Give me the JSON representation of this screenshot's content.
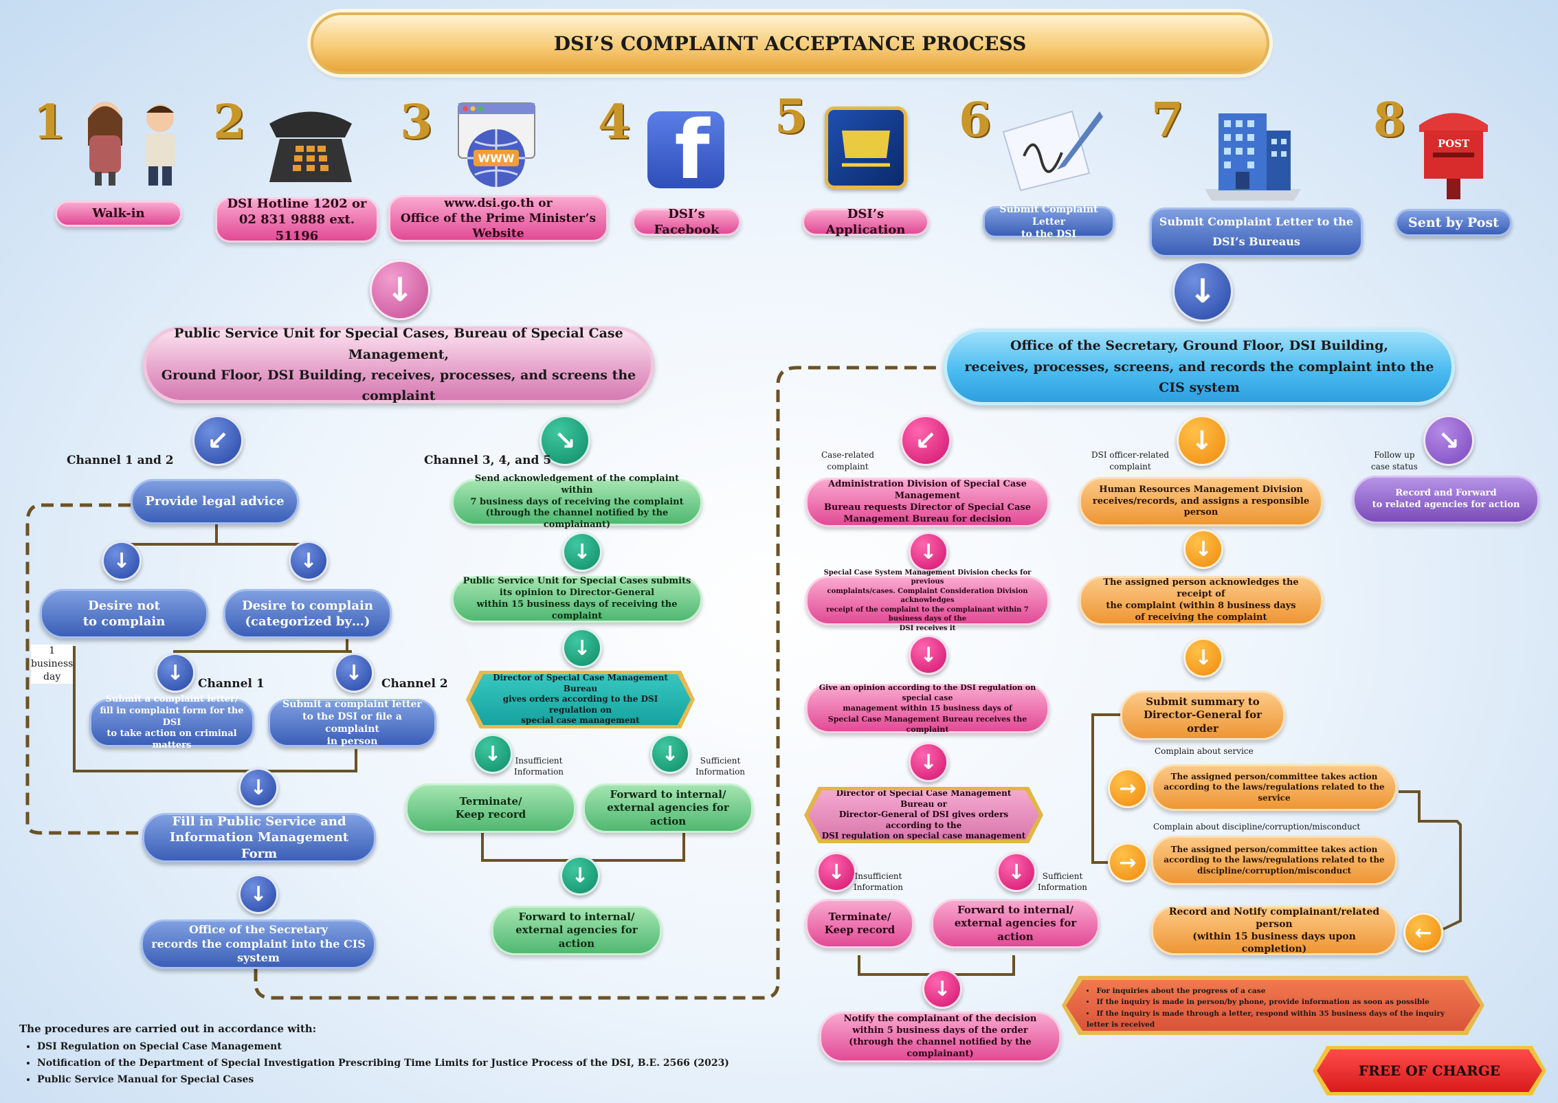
{
  "title": "DSI’S COMPLAINT ACCEPTANCE PROCESS",
  "channels": [
    {
      "number": "1",
      "label": "Walk-in",
      "icon": "people-icon"
    },
    {
      "number": "2",
      "label": "DSI Hotline 1202 or\n02 831 9888 ext. 51196",
      "icon": "telephone-icon"
    },
    {
      "number": "3",
      "label": "www.dsi.go.th or\nOffice of the Prime Minister’s Website",
      "icon": "website-icon",
      "icon_text": "WWW"
    },
    {
      "number": "4",
      "label": "DSI’s Facebook",
      "icon": "facebook-icon",
      "icon_text": "f"
    },
    {
      "number": "5",
      "label": "DSI’s Application",
      "icon": "app-icon"
    },
    {
      "number": "6",
      "label": "Submit Complaint Letter\nto the DSI",
      "icon": "letter-icon"
    },
    {
      "number": "7",
      "label": "Submit Complaint Letter to the\nDSI’s Bureaus",
      "icon": "building-icon"
    },
    {
      "number": "8",
      "label": "Sent by Post",
      "icon": "postbox-icon",
      "icon_text": "POST"
    }
  ],
  "left": {
    "unit": "Public Service Unit for Special Cases, Bureau of Special Case Management,\nGround Floor, DSI Building,  receives, processes, and screens the complaint",
    "channel_12_label": "Channel 1 and 2",
    "channel_345_label": "Channel 3, 4, and 5",
    "legal_advice": "Provide legal advice",
    "not_complain": "Desire not\nto complain",
    "complain": "Desire to complain\n(categorized by…)",
    "channel1_label": "Channel 1",
    "channel2_label": "Channel 2",
    "business_day": "1\nbusiness\nday",
    "channel1_box": "Submit a complaint letter/\nfill in complaint form for the DSI\nto take action on criminal matters",
    "channel2_box": "Submit a complaint letter\nto the DSI or file a complaint\nin person",
    "fill_form": "Fill in Public Service and\nInformation Management Form",
    "office_record": "Office of the Secretary\nrecords the complaint into the CIS system",
    "ack": "Send acknowledgement of the complaint within\n7 business days of receiving the complaint\n(through the channel notified by the complainant)",
    "opinion": "Public Service Unit for Special Cases submits\nits opinion to Director-General\nwithin 15 business days of receiving the complaint",
    "director": "Director of Special Case Management Bureau\ngives orders according to the DSI regulation on\nspecial case management",
    "insufficient": "Insufficient\nInformation",
    "sufficient": "Sufficient\nInformation",
    "terminate": "Terminate/\nKeep record",
    "forward": "Forward to internal/\nexternal agencies for action",
    "forward_final": "Forward to internal/\nexternal agencies for action"
  },
  "right": {
    "office": "Office of the Secretary, Ground Floor, DSI Building,\nreceives, processes, screens, and records the complaint into the CIS system",
    "case_related": "Case-related\ncomplaint",
    "officer_related": "DSI officer-related\ncomplaint",
    "follow_up": "Follow up\ncase status",
    "admin_division": "Administration Division of Special Case Management\nBureau requests Director of Special Case\nManagement Bureau for decision",
    "system_check": "Special Case System Management Division checks for previous\ncomplaints/cases. Complaint Consideration Division acknowledges\nreceipt of the complaint to the complainant within 7 business days of the\nDSI receives it",
    "give_opinion": "Give an opinion according to the DSI regulation on special case\nmanagement within 15 business days of\nSpecial Case Management Bureau receives the complaint",
    "director_dg": "Director of Special Case Management Bureau or\nDirector-General of DSI gives orders according to the\nDSI regulation on special case management",
    "insufficient": "Insufficient\nInformation",
    "sufficient": "Sufficient\nInformation",
    "terminate": "Terminate/\nKeep record",
    "forward": "Forward to internal/\nexternal agencies for action",
    "notify": "Notify the complainant of the decision\nwithin 5 business days of the order\n(through the channel notified by the complainant)",
    "hr": "Human Resources Management Division\nreceives/records, and assigns a responsible person",
    "assigned_ack": "The assigned person acknowledges the receipt of\nthe complaint (within 8 business days\nof receiving the complaint",
    "summary": "Submit summary to\nDirector-General for order",
    "complain_service": "Complain about service",
    "service_action": "The assigned person/committee takes action\naccording to the laws/regulations related to the service",
    "complain_discipline": "Complain about discipline/corruption/misconduct",
    "discipline_action": "The assigned person/committee takes action\naccording to the laws/regulations related to the\ndiscipline/corruption/misconduct",
    "record_notify": "Record and Notify complainant/related person\n(within 15 business days upon completion)",
    "record_forward": "Record and Forward\nto related agencies for action",
    "inquiry_notes": [
      "For inquiries about the progress of a case",
      "If the inquiry is made in person/by phone, provide information as soon as possible",
      "If the inquiry is made through a letter, respond within 35 business days of the inquiry letter is received"
    ]
  },
  "footer": {
    "intro": "The procedures are carried out in accordance with:",
    "items": [
      "DSI Regulation on Special Case Management",
      "Notification of the Department of Special Investigation Prescribing Time Limits for Justice Process of the DSI, B.E. 2566 (2023)",
      "Public Service Manual for Special Cases"
    ],
    "free": "FREE OF CHARGE"
  },
  "colors": {
    "blue": "#3b5fb8",
    "green": "#4fb871",
    "pink": "#e24a95",
    "orange": "#ee9634",
    "purple": "#7a4db8",
    "gold": "#c9962a"
  }
}
